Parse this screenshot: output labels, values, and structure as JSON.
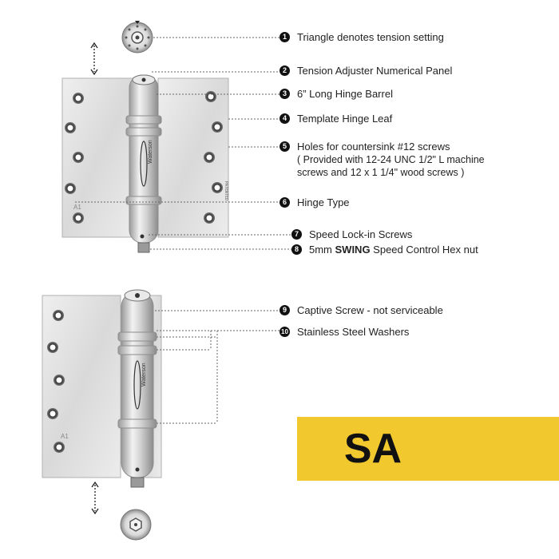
{
  "callouts": [
    {
      "num": "1",
      "text": "Triangle denotes tension setting"
    },
    {
      "num": "2",
      "text": "Tension Adjuster Numerical Panel"
    },
    {
      "num": "3",
      "text": "6” Long Hinge Barrel"
    },
    {
      "num": "4",
      "text": "Template Hinge Leaf"
    },
    {
      "num": "5",
      "text": "Holes for countersink #12 screws",
      "sub1": "( Provided with 12-24 UNC 1/2\" L machine",
      "sub2": "screws and 12 x 1 1/4\" wood screws )"
    },
    {
      "num": "6",
      "text": "Hinge Type"
    },
    {
      "num": "7",
      "text": "Speed Lock-in Screws"
    },
    {
      "num": "8",
      "pre": "5mm ",
      "bold": "SWING",
      "post": " Speed Control Hex nut"
    },
    {
      "num": "9",
      "text": "Captive Screw - not serviceable"
    },
    {
      "num": "10",
      "text": "Stainless Steel Washers"
    }
  ],
  "badge": {
    "label": "SA",
    "color": "#f2c82f"
  },
  "hinge": {
    "brand": "Waterson",
    "leaf_mark": "A1",
    "barrel_mark": "PATENTED"
  },
  "colors": {
    "steel_light": "#e4e4e4",
    "steel_mid": "#c9c9c9",
    "steel_dark": "#8a8a8a",
    "line": "#666666"
  }
}
